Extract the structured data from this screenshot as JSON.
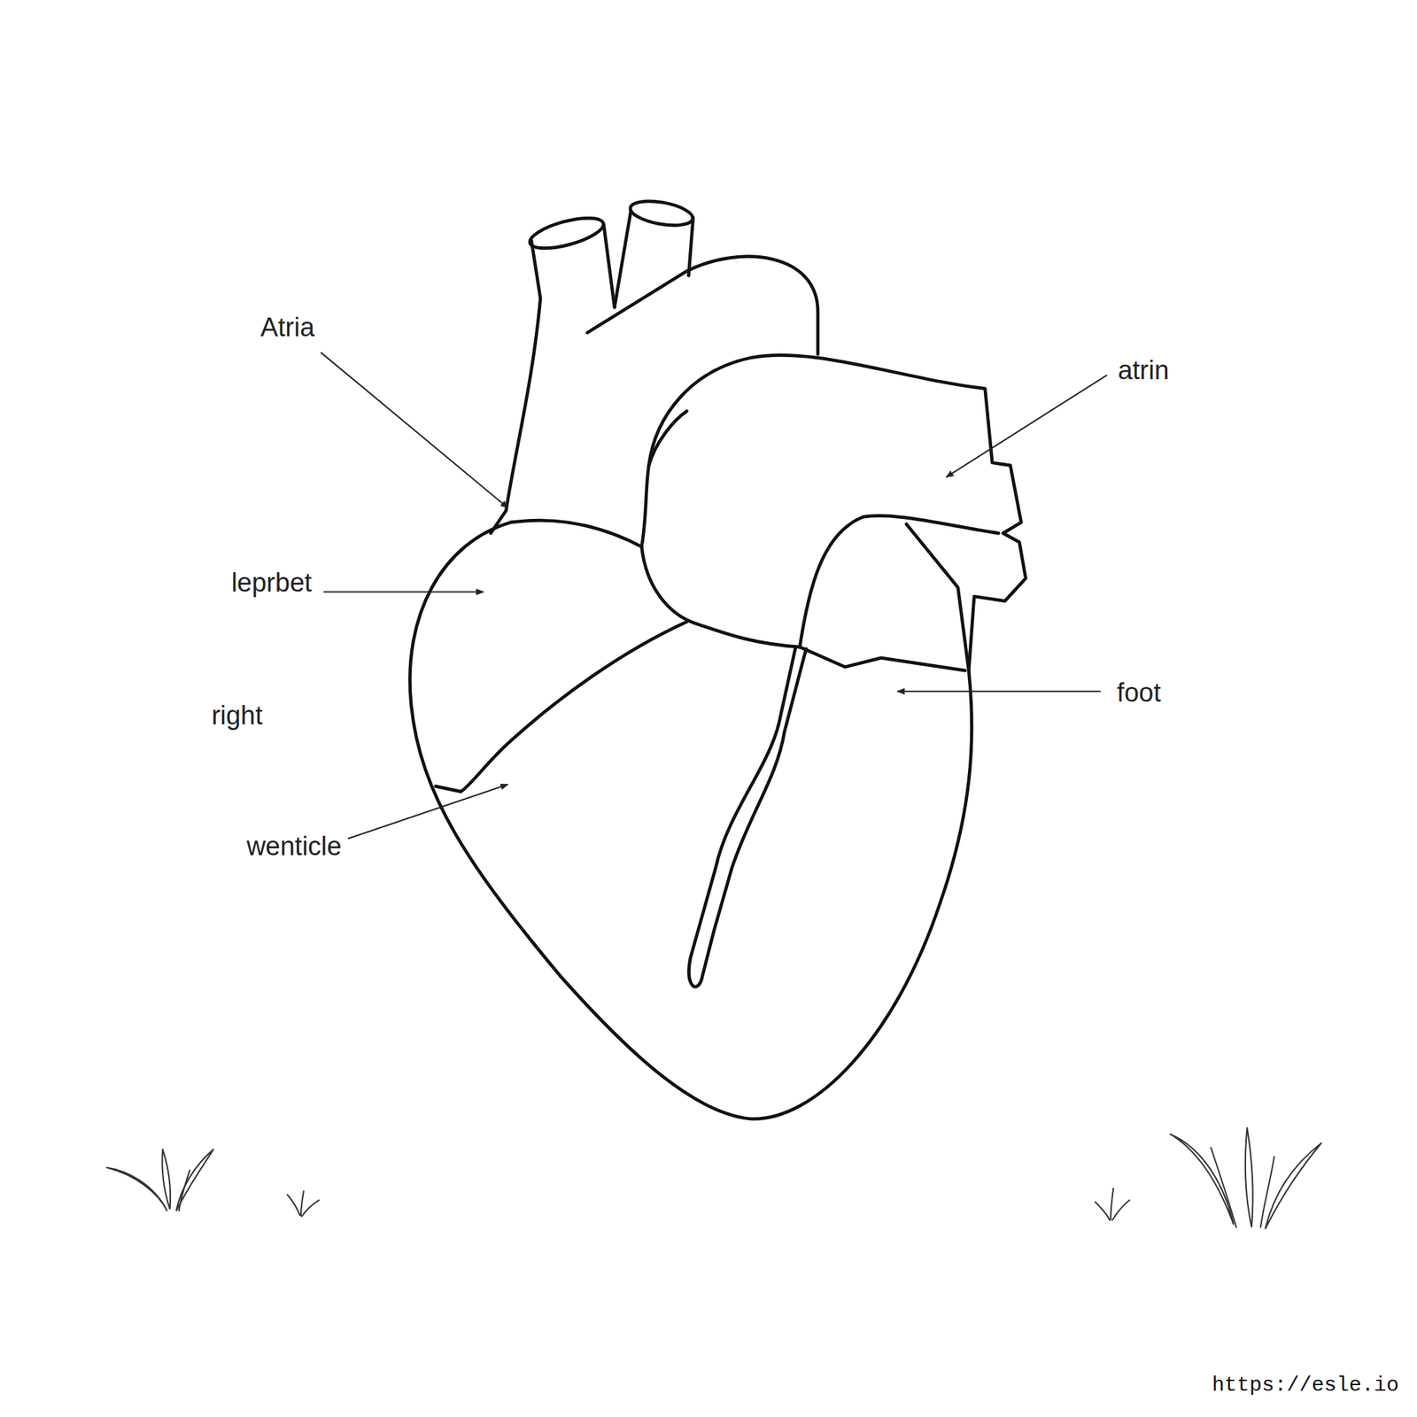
{
  "diagram": {
    "labels": [
      "Atria",
      "atrin",
      "leprbet",
      "right",
      "foot",
      "wenticle",
      "https://esle.io"
    ]
  }
}
